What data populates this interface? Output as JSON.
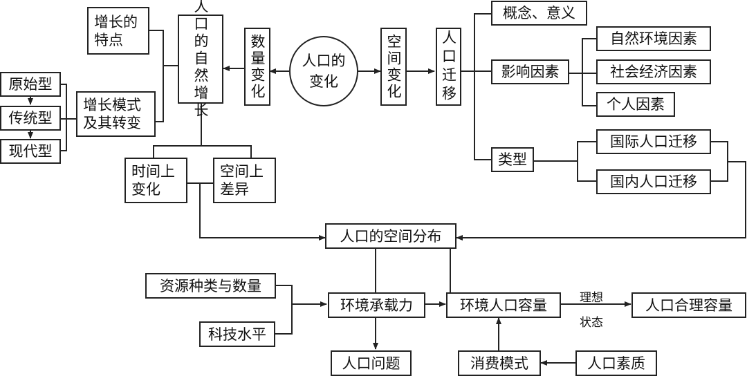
{
  "center": "人口的\n变化",
  "quantity_branch": {
    "title": "数量变化",
    "natural_growth": "人口的自然增长",
    "growth_features": "增长的\n特点",
    "growth_model": "增长模式\n及其转变",
    "model_types": [
      "原始型",
      "传统型",
      "现代型"
    ],
    "temporal": "时间上\n变化",
    "spatial_diff": "空间上\n差异"
  },
  "space_branch": {
    "title": "空间变化",
    "migration": "人口迁移",
    "concept": "概念、意义",
    "factors": "影响因素",
    "factor_items": [
      "自然环境因素",
      "社会经济因素",
      "个人因素"
    ],
    "types": "类型",
    "type_items": [
      "国际人口迁移",
      "国内人口迁移"
    ]
  },
  "bottom": {
    "distribution": "人口的空间分布",
    "resources": "资源种类与数量",
    "technology": "科技水平",
    "carrying_capacity": "环境承载力",
    "env_capacity": "环境人口容量",
    "ideal_label_1": "理想",
    "ideal_label_2": "状态",
    "reasonable_capacity": "人口合理容量",
    "problems": "人口问题",
    "consumption": "消费模式",
    "quality": "人口素质"
  }
}
